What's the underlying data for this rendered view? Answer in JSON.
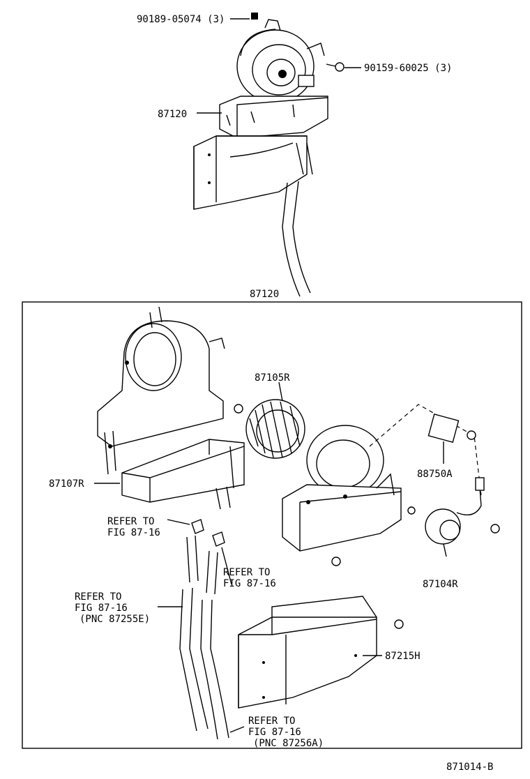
{
  "labels": {
    "top_bolt_a": "90189-05074 (3)",
    "top_bolt_b": "90159-60025 (3)",
    "top_housing": "87120",
    "assembly": "87120",
    "fan": "87105R",
    "resistor": "88750A",
    "filter": "87107R",
    "motor": "87104R",
    "duct": "87215H",
    "figure_code": "871014-B"
  },
  "references": {
    "ref1": [
      "REFER TO",
      "FIG 87-16"
    ],
    "ref2": [
      "REFER TO",
      "FIG 87-16"
    ],
    "ref3": [
      "REFER TO",
      "FIG 87-16",
      "(PNC 87255E)"
    ],
    "ref4": [
      "REFER TO",
      "FIG 87-16",
      "(PNC 87256A)"
    ]
  }
}
